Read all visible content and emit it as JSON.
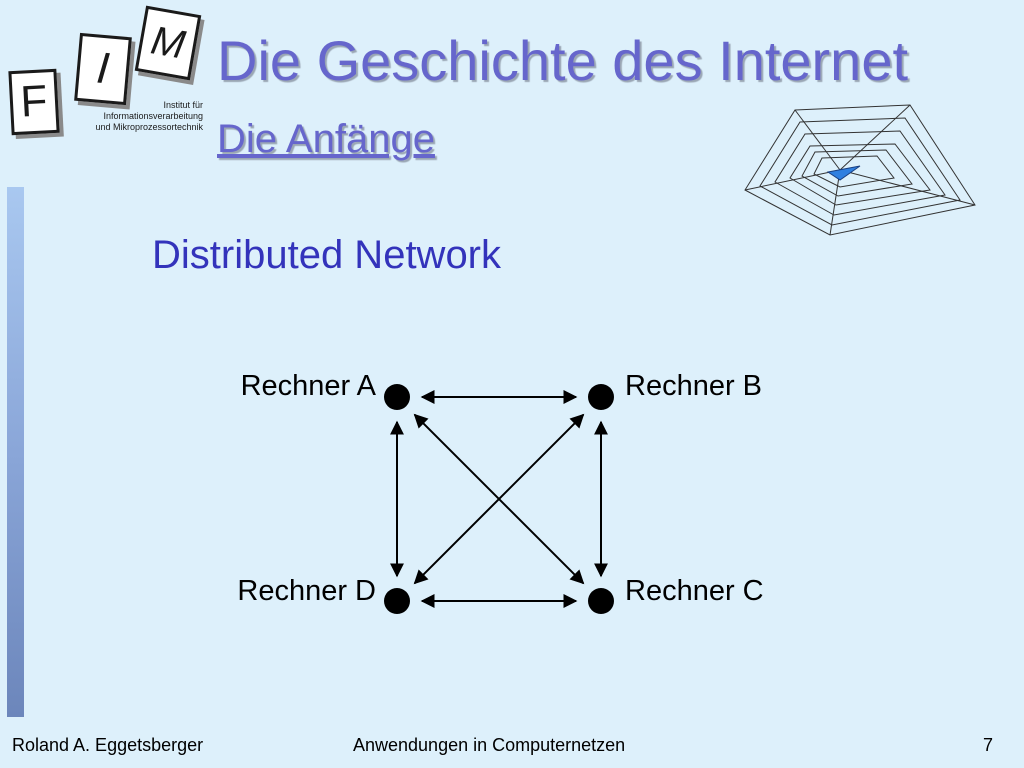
{
  "logo": {
    "letters": [
      "F",
      "I",
      "M"
    ],
    "institute_lines": [
      "Institut für",
      "Informationsverarbeitung",
      "und Mikroprozessortechnik"
    ]
  },
  "slide": {
    "title": "Die Geschichte des Internet",
    "subtitle": "Die Anfänge",
    "section_heading": "Distributed Network"
  },
  "diagram": {
    "nodes": [
      {
        "id": "A",
        "label": "Rechner A"
      },
      {
        "id": "B",
        "label": "Rechner B"
      },
      {
        "id": "C",
        "label": "Rechner C"
      },
      {
        "id": "D",
        "label": "Rechner D"
      }
    ],
    "edges": [
      {
        "from": "A",
        "to": "B",
        "direction": "both"
      },
      {
        "from": "A",
        "to": "D",
        "direction": "both"
      },
      {
        "from": "B",
        "to": "C",
        "direction": "both"
      },
      {
        "from": "D",
        "to": "C",
        "direction": "both"
      },
      {
        "from": "A",
        "to": "C",
        "direction": "both"
      },
      {
        "from": "B",
        "to": "D",
        "direction": "both"
      }
    ]
  },
  "footer": {
    "author": "Roland A. Eggetsberger",
    "course": "Anwendungen in Computernetzen",
    "page_number": "7"
  },
  "colors": {
    "background": "#ddf0fb",
    "title": "#6666cc",
    "heading": "#3333bb",
    "node": "#000000"
  }
}
